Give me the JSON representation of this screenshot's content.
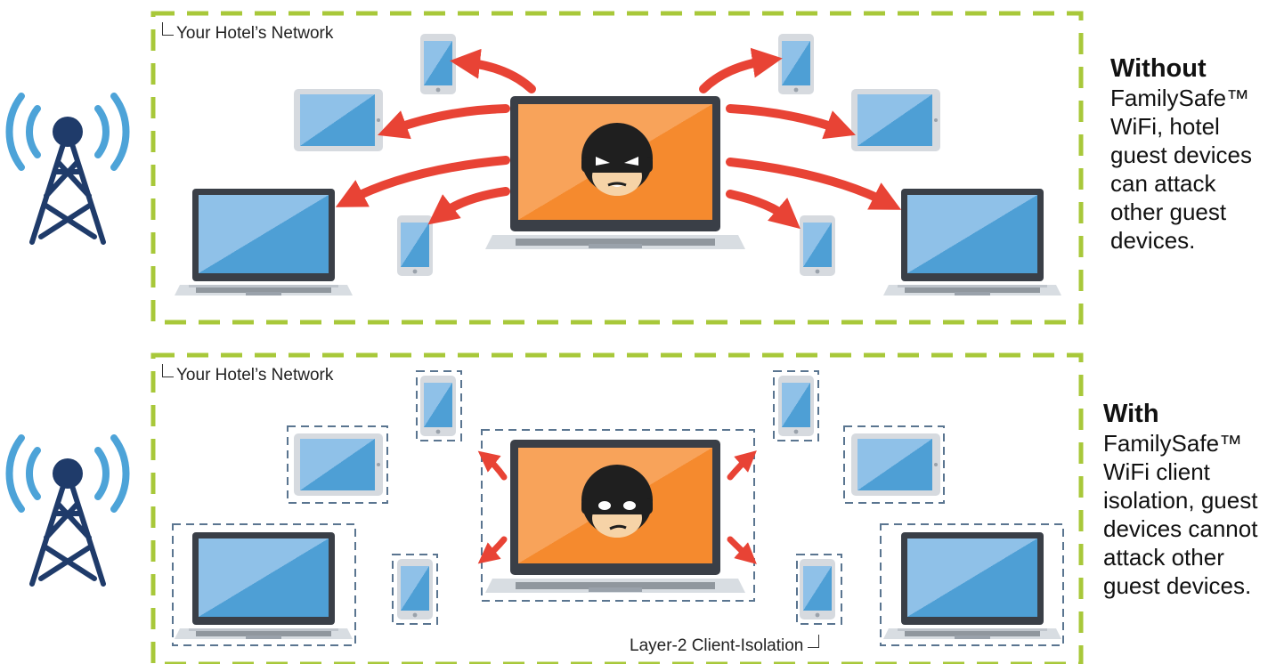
{
  "top_panel": {
    "network_label": "Your Hotel’s Network",
    "heading": "Without",
    "body": "FamilySafe™ WiFi, hotel guest devices can attack other guest devices."
  },
  "bottom_panel": {
    "network_label": "Your Hotel’s Network",
    "heading": "With",
    "body": "FamilySafe™ WiFi client isolation, guest devices cannot attack other guest devices.",
    "isolation_label": "Layer-2 Client-Isolation"
  },
  "colors": {
    "network_border": "#a8c83a",
    "isolation_border": "#5a7590",
    "attack_arrow": "#e84335",
    "tower": "#1f3b6a",
    "signal": "#4da3d8",
    "attacker_screen": "#f58a2e",
    "device_screen": "#4e9fd5"
  },
  "icons": [
    "wifi-tower-icon",
    "hacker-laptop-icon",
    "laptop-icon",
    "tablet-icon",
    "phone-icon",
    "attack-arrow-icon"
  ]
}
